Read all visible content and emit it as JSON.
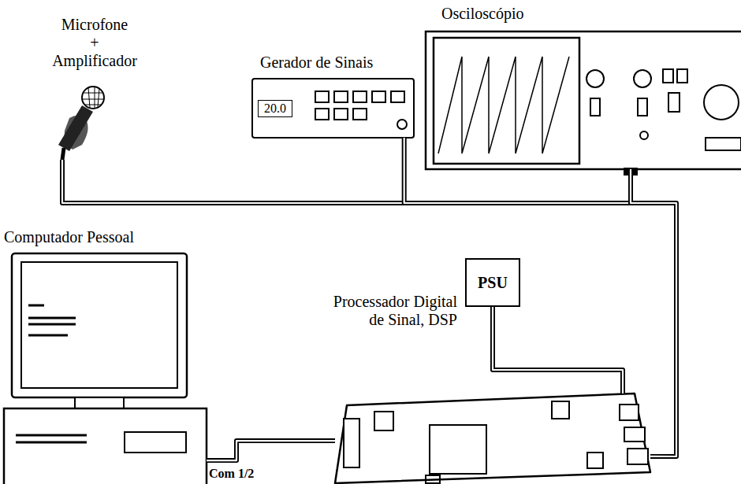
{
  "diagram": {
    "nodes": [
      {
        "text": [
          "Microfone + Amplificador"
        ]
      },
      {
        "text": [
          "Gerador de Sinais",
          "20.0"
        ]
      },
      {
        "text": [
          "Osciloscópio"
        ]
      },
      {
        "text": [
          "Computador Pessoal"
        ]
      },
      {
        "text": [
          "Processador Digital de Sinal, DSP"
        ]
      },
      {
        "text": [
          "PSU"
        ]
      }
    ],
    "edges": [
      {
        "from": 0,
        "to": 2,
        "arrow": "none"
      },
      {
        "from": 1,
        "to": 2,
        "arrow": "none"
      },
      {
        "from": 2,
        "to": 4,
        "arrow": "none"
      },
      {
        "from": 5,
        "to": 4,
        "arrow": "none"
      },
      {
        "from": 3,
        "to": 4,
        "label": "Com 1/2",
        "arrow": "none"
      }
    ]
  }
}
